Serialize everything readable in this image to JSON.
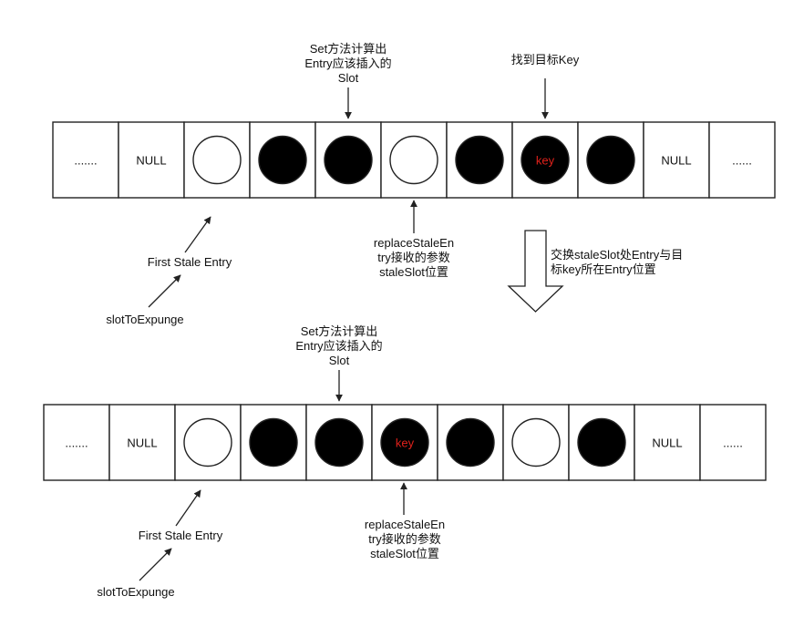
{
  "colors": {
    "line": "#222222",
    "filled_circle": "#000000",
    "empty_circle": "#ffffff",
    "key_text": "#e0211b",
    "text": "#111111"
  },
  "rows": [
    {
      "cells": [
        {
          "kind": "text",
          "text": "......."
        },
        {
          "kind": "text",
          "text": "NULL"
        },
        {
          "kind": "empty"
        },
        {
          "kind": "filled"
        },
        {
          "kind": "filled"
        },
        {
          "kind": "empty"
        },
        {
          "kind": "filled"
        },
        {
          "kind": "key",
          "text": "key"
        },
        {
          "kind": "filled"
        },
        {
          "kind": "text",
          "text": "NULL"
        },
        {
          "kind": "text",
          "text": "......"
        }
      ]
    },
    {
      "cells": [
        {
          "kind": "text",
          "text": "......."
        },
        {
          "kind": "text",
          "text": "NULL"
        },
        {
          "kind": "empty"
        },
        {
          "kind": "filled"
        },
        {
          "kind": "filled"
        },
        {
          "kind": "key",
          "text": "key"
        },
        {
          "kind": "filled"
        },
        {
          "kind": "empty"
        },
        {
          "kind": "filled"
        },
        {
          "kind": "text",
          "text": "NULL"
        },
        {
          "kind": "text",
          "text": "......"
        }
      ]
    }
  ],
  "labels": {
    "set_slot_top": [
      "Set方法计算出",
      "Entry应该插入的",
      "Slot"
    ],
    "find_key": "找到目标Key",
    "first_stale_top": "First Stale Entry",
    "slot_to_expunge_top": "slotToExpunge",
    "replace_param_top": [
      "replaceStaleEn",
      "try接收的参数",
      "staleSlot位置"
    ],
    "swap_note": [
      "交换staleSlot处Entry与目",
      "标key所在Entry位置"
    ],
    "set_slot_bottom": [
      "Set方法计算出",
      "Entry应该插入的",
      "Slot"
    ],
    "first_stale_bottom": "First Stale Entry",
    "slot_to_expunge_bottom": "slotToExpunge",
    "replace_param_bottom": [
      "replaceStaleEn",
      "try接收的参数",
      "staleSlot位置"
    ]
  }
}
